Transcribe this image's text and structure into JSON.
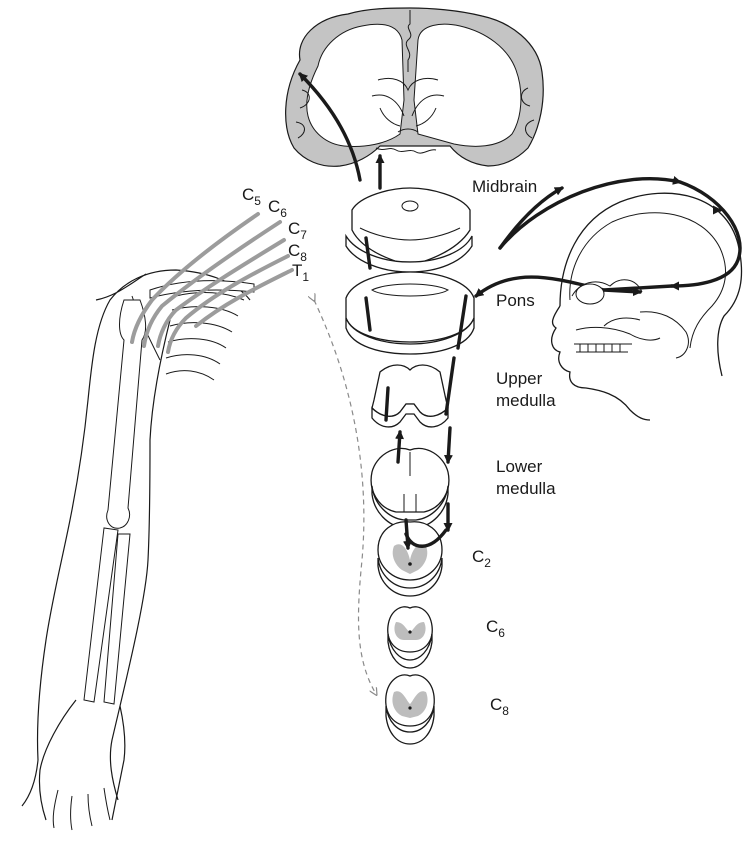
{
  "labels": {
    "midbrain": "Midbrain",
    "pons": "Pons",
    "upper_medulla_1": "Upper",
    "upper_medulla_2": "medulla",
    "lower_medulla_1": "Lower",
    "lower_medulla_2": "medulla",
    "c2_letter": "C",
    "c2_sub": "2",
    "c6_letter": "C",
    "c6_sub": "6",
    "c8_letter": "C",
    "c8_sub": "8"
  },
  "nerve_roots": [
    {
      "letter": "C",
      "sub": "5"
    },
    {
      "letter": "C",
      "sub": "6"
    },
    {
      "letter": "C",
      "sub": "7"
    },
    {
      "letter": "C",
      "sub": "8"
    },
    {
      "letter": "T",
      "sub": "1"
    }
  ],
  "colors": {
    "ink": "#1a1a1a",
    "gray_matter": "#bdbdbd",
    "nerve": "#9c9c9c",
    "dashed_link": "#8a8a8a"
  }
}
